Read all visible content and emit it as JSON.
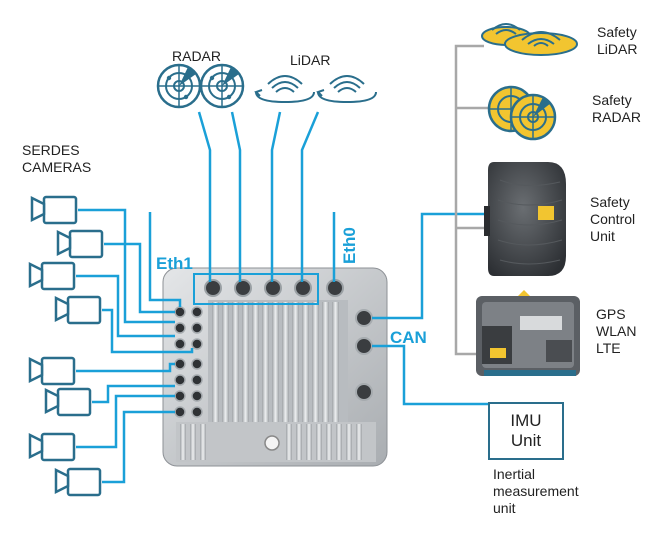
{
  "labels": {
    "radar": "RADAR",
    "lidar": "LiDAR",
    "serdes_cameras": "SERDES\nCAMERAS",
    "eth1": "Eth1",
    "eth0": "Eth0",
    "can": "CAN",
    "safety_lidar": "Safety\nLiDAR",
    "safety_radar": "Safety\nRADAR",
    "safety_control_unit": "Safety\nControl\nUnit",
    "gps_wlan_lte": "GPS\nWLAN\nLTE",
    "imu_line1": "IMU",
    "imu_line2": "Unit",
    "inertial_measurement_unit": "Inertial\nmeasurement\nunit"
  },
  "colors": {
    "cable": "#1aa0d8",
    "gray_line": "#a8a8a8",
    "accent_yellow": "#f2c530",
    "device_navy": "#2a6e8c",
    "housing": "#c9cccf"
  },
  "icons": [
    "radar-icon",
    "lidar-icon",
    "camera-icon",
    "safety-lidar-icon",
    "safety-radar-icon",
    "safety-control-unit-image",
    "gps-module-image",
    "ecu-housing-image"
  ]
}
